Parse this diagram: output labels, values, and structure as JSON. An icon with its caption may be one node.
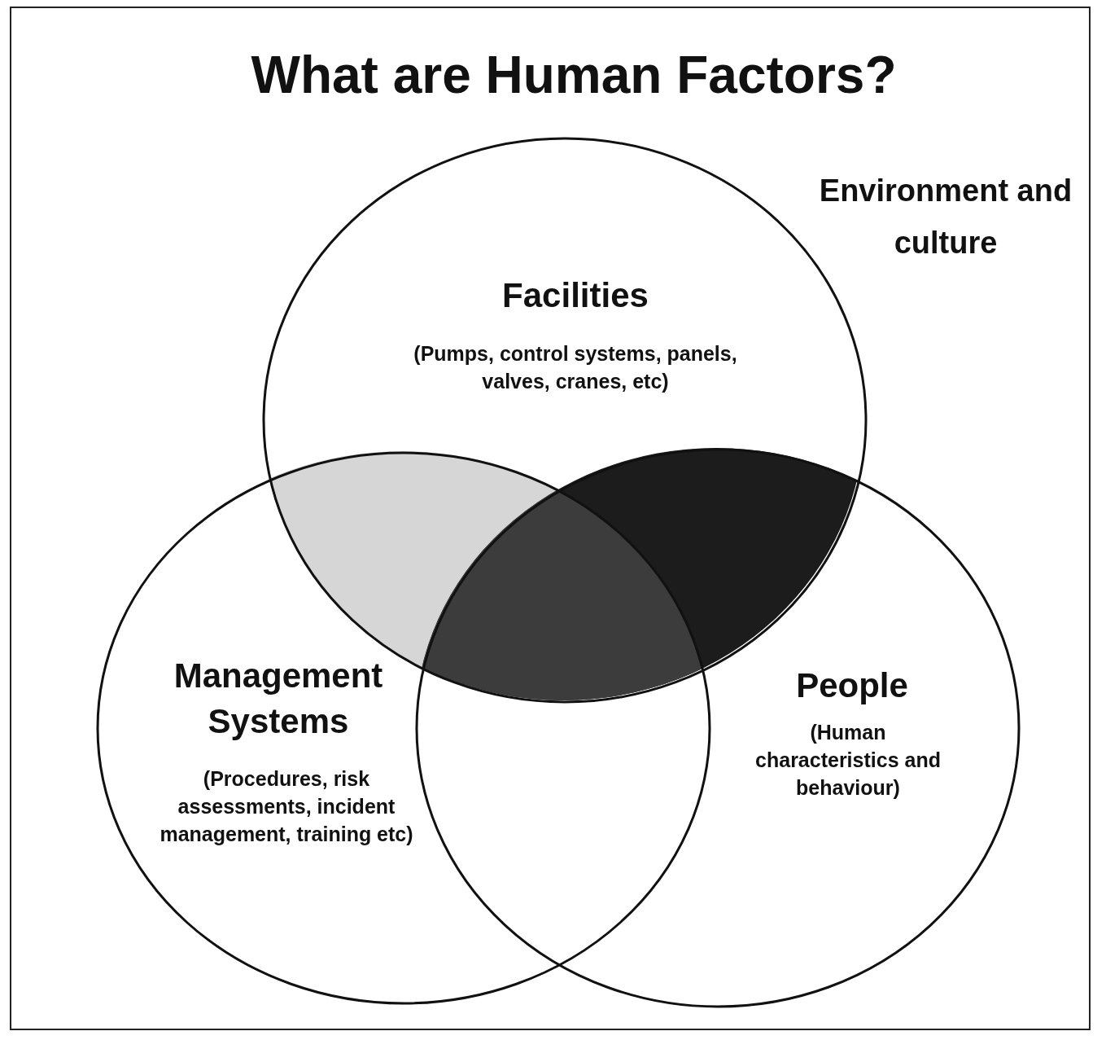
{
  "diagram": {
    "title": "What are Human Factors?",
    "nodes": [
      {
        "text": [
          "Environment and culture"
        ]
      },
      {
        "text": [
          "Facilities",
          "(Pumps, control systems, panels, valves, cranes, etc)"
        ],
        "in": 0
      },
      {
        "text": [
          "Management Systems",
          "(Procedures, risk assessments, incident management, training etc)"
        ],
        "in": 0
      },
      {
        "text": [
          "People",
          "(Human characteristics and behaviour)"
        ],
        "in": 0
      }
    ],
    "edges": []
  }
}
